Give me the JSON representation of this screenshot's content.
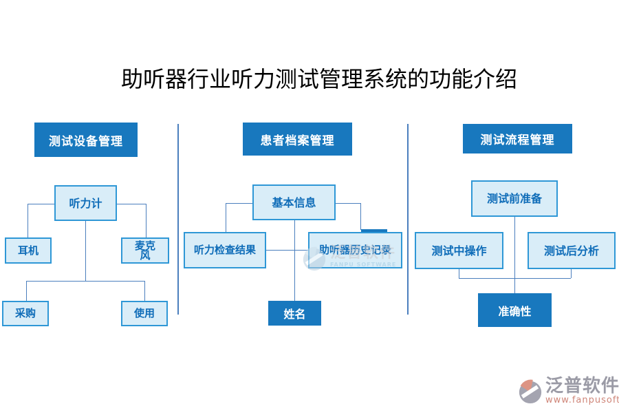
{
  "title": "助听器行业听力测试管理系统的功能介绍",
  "colors": {
    "header_bg": "#1878be",
    "node_bg": "#d9edf8",
    "node_border": "#2e97d6",
    "node_text": "#0e6cb8",
    "connector_line": "#4a7ebd",
    "leaf_bg": "#1878be",
    "leaf_text": "#ffffff",
    "brand_gray": "#9b9ba6",
    "brand_salmon": "#cf8578"
  },
  "sections": [
    {
      "header": "测试设备管理",
      "nodes": {
        "root": "听力计",
        "left": "耳机",
        "right": "麦克风",
        "bottom_left": "采购",
        "bottom_right": "使用"
      }
    },
    {
      "header": "患者档案管理",
      "nodes": {
        "root": "基本信息",
        "left": "听力检查结果",
        "right": "助听器历史记录",
        "leaf": "姓名"
      }
    },
    {
      "header": "测试流程管理",
      "nodes": {
        "root": "测试前准备",
        "left": "测试中操作",
        "right": "测试后分析",
        "leaf": "准确性"
      }
    }
  ],
  "watermark_center": {
    "name": "泛普软件",
    "subtitle": "FANPU SOFTWARE"
  },
  "brand": {
    "name": "泛普软件",
    "url": "www.fanpusoft.com"
  }
}
